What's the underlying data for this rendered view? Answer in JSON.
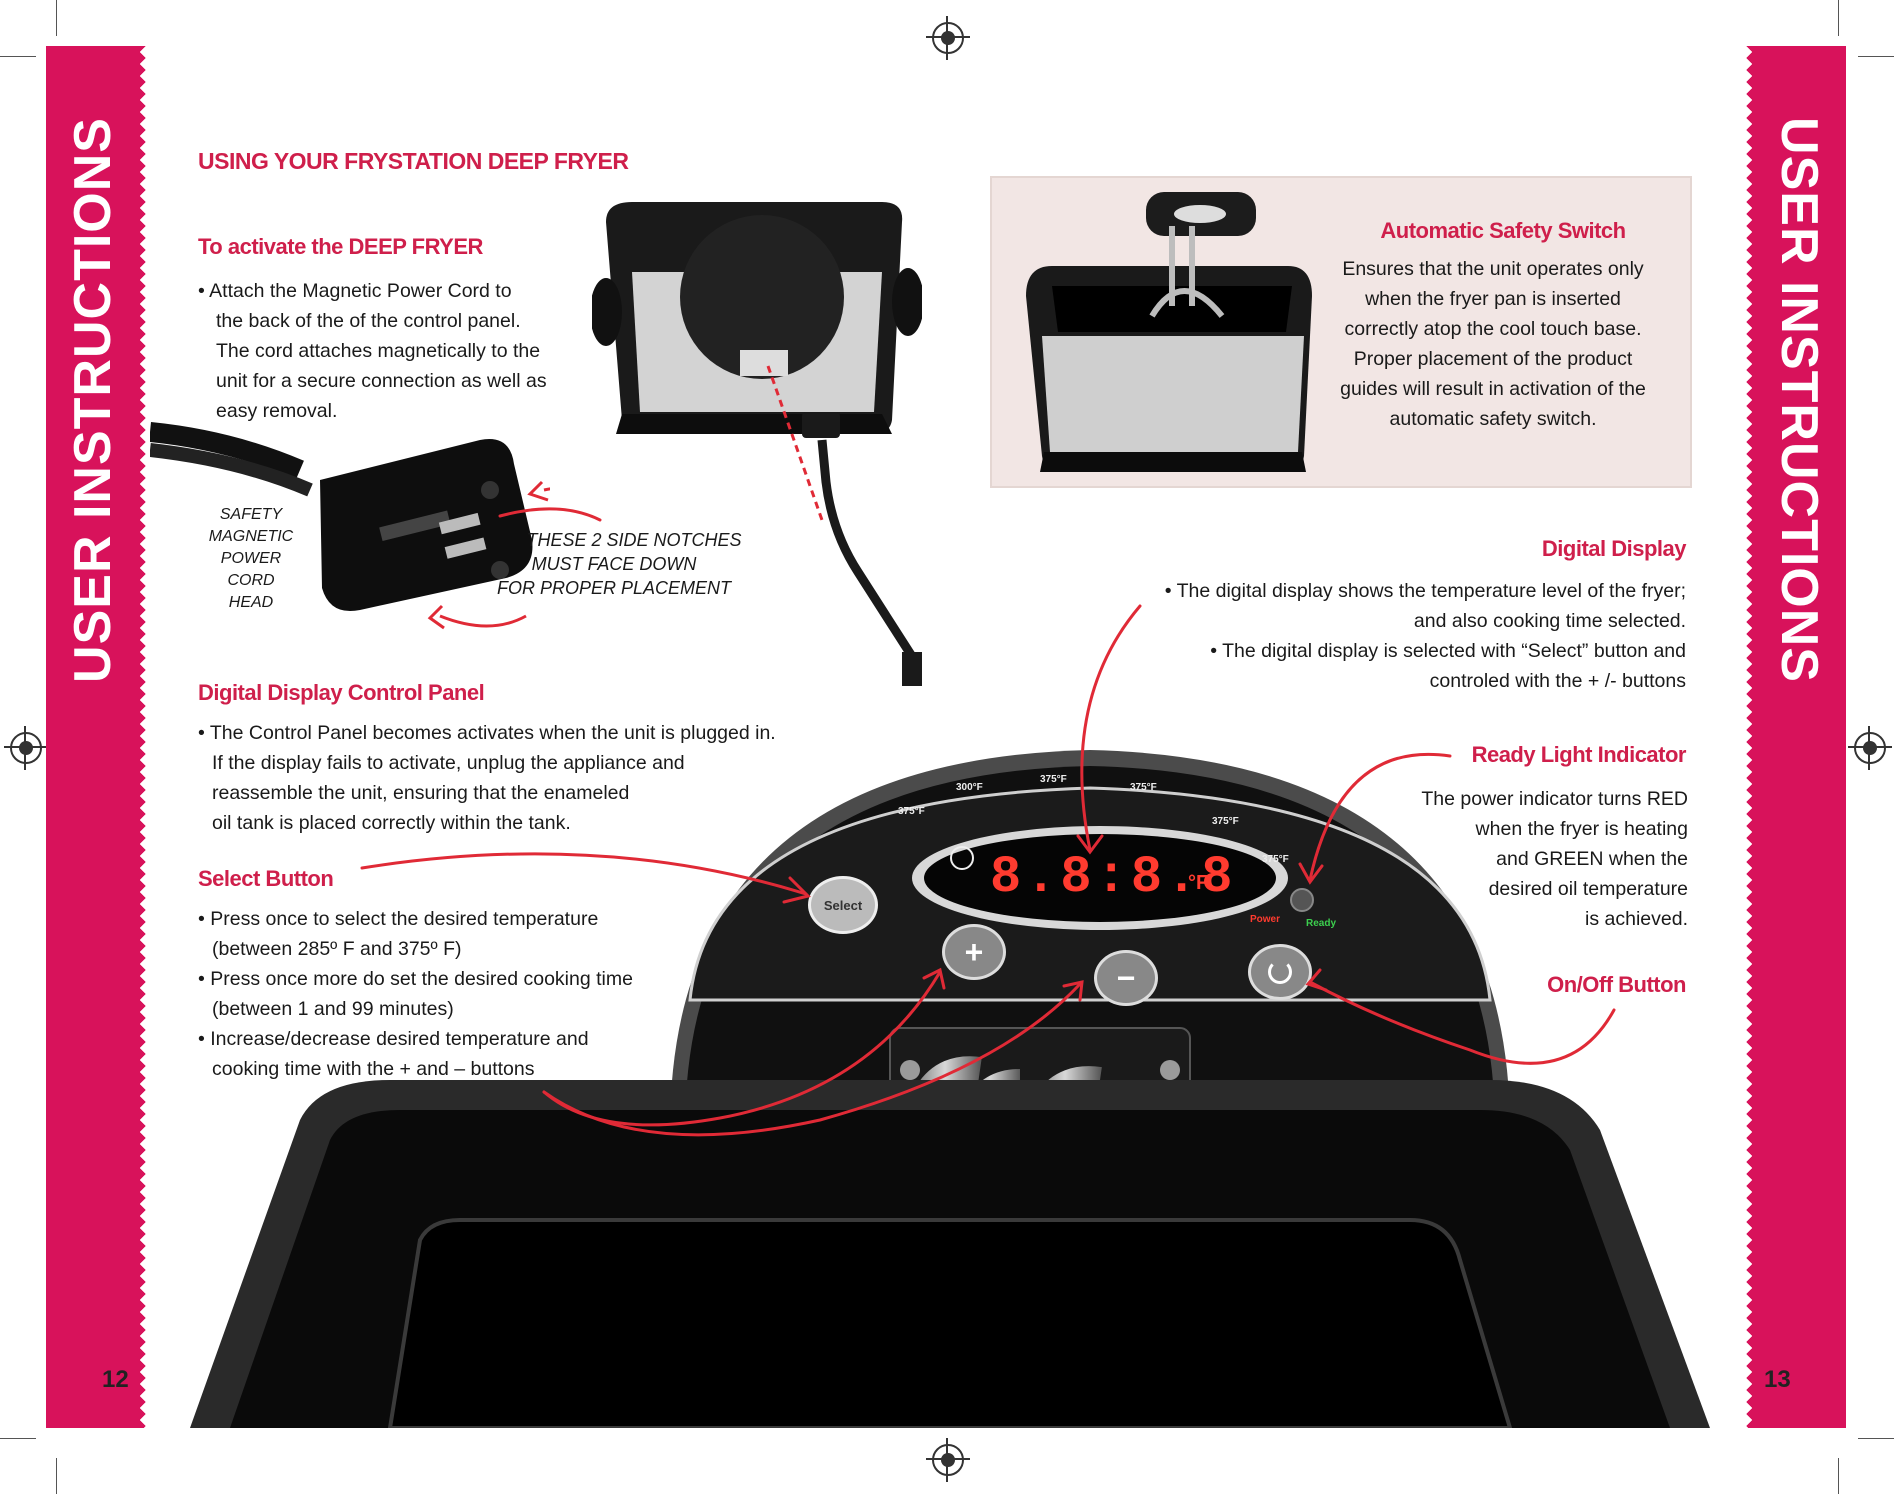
{
  "sidebar": {
    "left_label": "USER INSTRUCTIONS",
    "right_label": "USER INSTRUCTIONS",
    "left_page": "12",
    "right_page": "13"
  },
  "left": {
    "title": "USING YOUR FRYSTATION DEEP FRYER",
    "activate": {
      "heading": "To activate the DEEP FRYER",
      "lines": [
        "•  Attach the Magnetic Power Cord to",
        "the back of the of the control panel.",
        "The cord attaches magnetically to the",
        "unit for a secure connection as well as",
        "easy removal."
      ]
    },
    "cord_label": [
      "SAFETY",
      "MAGNETIC",
      "POWER CORD",
      "HEAD"
    ],
    "notches": [
      "THESE 2 SIDE NOTCHES",
      "MUST FACE DOWN",
      "FOR PROPER PLACEMENT"
    ],
    "control_panel": {
      "heading": "Digital Display Control Panel",
      "lines": [
        "•  The Control Panel becomes activates when the unit is plugged in.",
        "If the display fails to activate, unplug the appliance and",
        "reassemble the unit, ensuring that the enameled",
        "oil tank is placed correctly within the tank."
      ]
    },
    "select_button": {
      "heading": "Select Button",
      "lines": [
        "•  Press once to select the desired temperature",
        "(between 285º F and 375º F)",
        "•  Press once more do set the desired cooking time",
        "(between 1 and 99 minutes)",
        "•  Increase/decrease desired temperature and",
        "cooking time with the + and – buttons"
      ]
    }
  },
  "right": {
    "safety": {
      "heading": "Automatic Safety Switch",
      "lines": [
        "Ensures that the unit operates only",
        "when the fryer pan is inserted",
        "correctly atop the cool touch base.",
        "Proper placement of the product",
        "guides will result in activation of the",
        "automatic safety switch."
      ]
    },
    "digital_display": {
      "heading": "Digital Display",
      "lines": [
        "•  The digital display shows the temperature level of the fryer;",
        "and also cooking time selected.",
        "•  The digital display is selected with “Select” button and",
        "controled with the + /- buttons"
      ]
    },
    "ready_light": {
      "heading": "Ready Light Indicator",
      "lines": [
        "The power indicator turns RED",
        "when the fryer is heating",
        "and GREEN when the",
        "desired oil temperature",
        "is achieved."
      ]
    },
    "onoff": {
      "heading": "On/Off Button"
    }
  },
  "panel": {
    "display": "8.8:8.8",
    "unit": "°F",
    "select_label": "Select",
    "plus": "+",
    "minus": "−",
    "power_label": "Power",
    "ready_label": "Ready",
    "presets": [
      "375°F",
      "300°F",
      "375°F",
      "375°F",
      "375°F",
      "375°F"
    ]
  },
  "colors": {
    "accent": "#cf1f4b",
    "band": "#d8125b",
    "arrow": "#e02a36"
  }
}
